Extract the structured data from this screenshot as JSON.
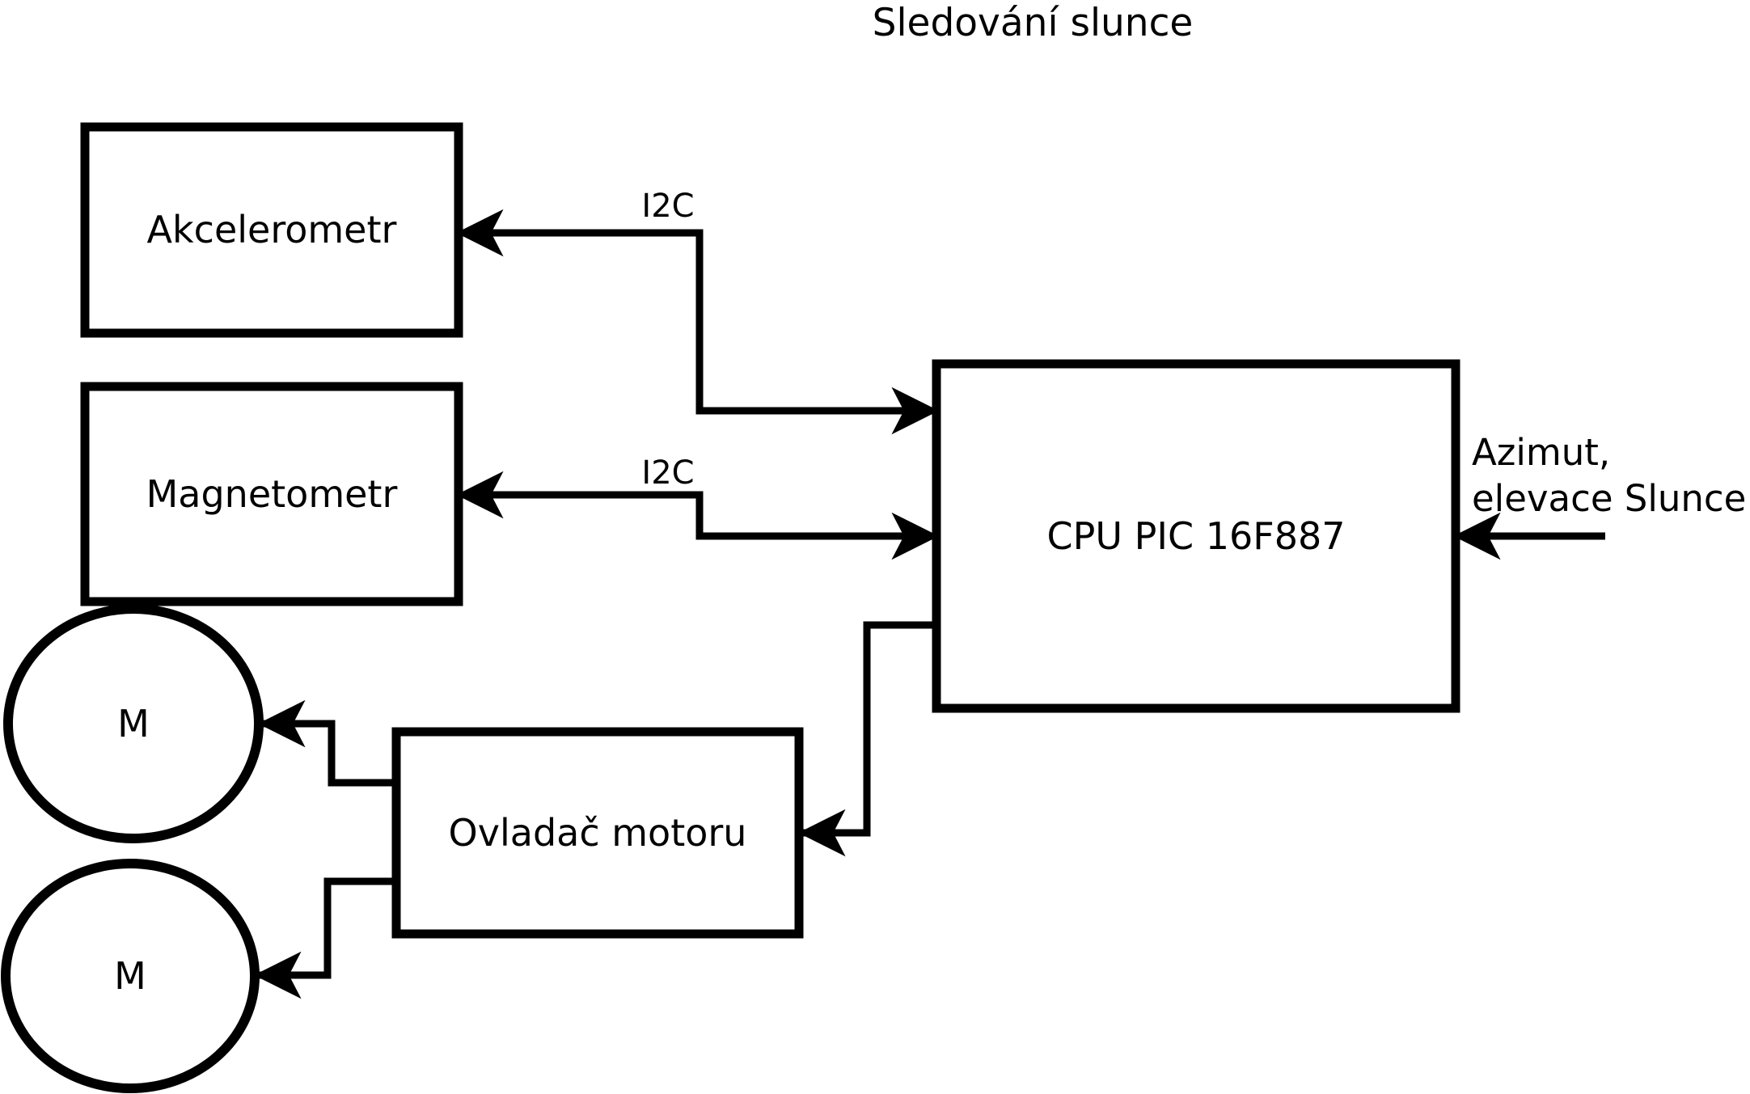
{
  "title": "Sledování slunce",
  "colors": {
    "stroke": "#000000",
    "background": "#ffffff",
    "text": "#000000"
  },
  "nodes": {
    "akcelerometr": {
      "label": "Akcelerometr",
      "shape": "rect"
    },
    "magnetometr": {
      "label": "Magnetometr",
      "shape": "rect"
    },
    "cpu": {
      "label": "CPU PIC 16F887",
      "shape": "rect"
    },
    "ovladac_motoru": {
      "label": "Ovladač motoru",
      "shape": "rect"
    },
    "motor_1": {
      "label": "M",
      "shape": "ellipse"
    },
    "motor_2": {
      "label": "M",
      "shape": "ellipse"
    }
  },
  "edges": {
    "cpu_akcelerometr": {
      "label": "I2C",
      "from": "cpu",
      "to": "akcelerometr",
      "arrows": "both"
    },
    "cpu_magnetometr": {
      "label": "I2C",
      "from": "cpu",
      "to": "magnetometr",
      "arrows": "both"
    },
    "azimut_to_cpu": {
      "label": [
        "Azimut,",
        "elevace Slunce"
      ],
      "to": "cpu",
      "arrows": "end"
    },
    "cpu_to_ovladac": {
      "from": "cpu",
      "to": "ovladac_motoru",
      "arrows": "end"
    },
    "ovladac_to_motor_1": {
      "from": "ovladac_motoru",
      "to": "motor_1",
      "arrows": "end"
    },
    "ovladac_to_motor_2": {
      "from": "ovladac_motoru",
      "to": "motor_2",
      "arrows": "end"
    }
  }
}
